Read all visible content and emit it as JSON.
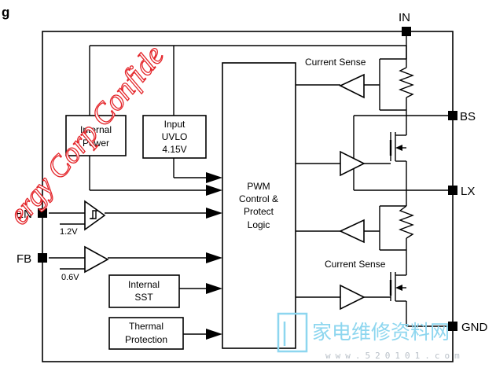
{
  "title_fragment": "g",
  "pins": {
    "in": "IN",
    "bs": "BS",
    "lx": "LX",
    "en": "EN",
    "fb": "FB",
    "gnd": "GND"
  },
  "blocks": {
    "internal_power": [
      "Internal",
      "Power"
    ],
    "input_uvlo": [
      "Input",
      "UVLO",
      "4.15V"
    ],
    "pwm": [
      "PWM",
      "Control &",
      "Protect",
      "Logic"
    ],
    "internal_sst": [
      "Internal",
      "SST"
    ],
    "thermal": [
      "Thermal",
      "Protection"
    ]
  },
  "labels": {
    "current_sense_top": "Current Sense",
    "current_sense_bottom": "Current Sense",
    "en_threshold": "1.2V",
    "fb_reference": "0.6V"
  },
  "watermark": {
    "red_text": "ergy Corp Confide",
    "cn_text": "家电维修资料网",
    "url": "www.520101.com"
  },
  "colors": {
    "line": "#000000",
    "watermark_red": "#e4262b",
    "watermark_blue": "#8dd6ef",
    "watermark_gray": "#b9c0c8"
  }
}
